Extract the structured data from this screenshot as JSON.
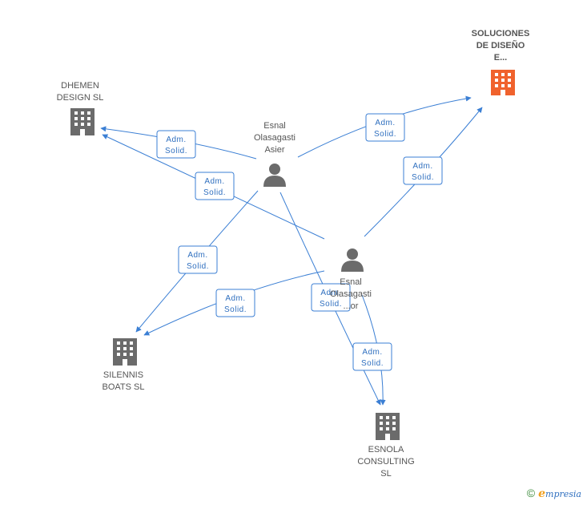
{
  "nodes": {
    "soluciones": {
      "lines": [
        "SOLUCIONES",
        "DE DISEÑO",
        "E..."
      ],
      "type": "company",
      "color": "#f0622d"
    },
    "dhemen": {
      "lines": [
        "DHEMEN",
        "DESIGN SL"
      ],
      "type": "company",
      "color": "#6b6b6b"
    },
    "asier": {
      "lines": [
        "Esnal",
        "Olasagasti",
        "Asier"
      ],
      "type": "person",
      "color": "#6b6b6b"
    },
    "second_person": {
      "lines": [
        "Esnal",
        "Olasagasti",
        "...or"
      ],
      "type": "person",
      "color": "#6b6b6b"
    },
    "silennis": {
      "lines": [
        "SILENNIS",
        "BOATS SL"
      ],
      "type": "company",
      "color": "#6b6b6b"
    },
    "esnola": {
      "lines": [
        "ESNOLA",
        "CONSULTING",
        "SL"
      ],
      "type": "company",
      "color": "#6b6b6b"
    }
  },
  "edge_label": [
    "Adm.",
    "Solid."
  ],
  "edge_color": "#3b7fd4",
  "footer": {
    "copyright_symbol": "©",
    "brand_initial": "e",
    "brand_rest": "mpresia"
  }
}
